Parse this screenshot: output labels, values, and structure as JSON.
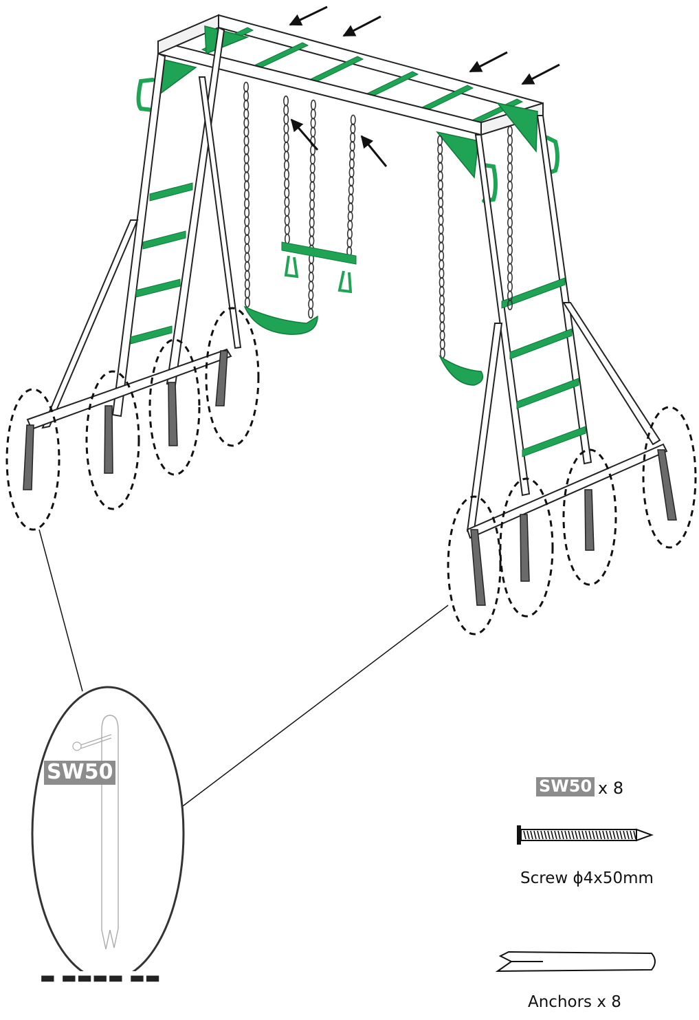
{
  "colors": {
    "accent": "#1fa355",
    "accent_dark": "#0f7a3a",
    "frame_stroke": "#222222",
    "stake": "#6a6a6a",
    "badge_bg": "#8c8c8c"
  },
  "callout": {
    "code": "SW50"
  },
  "parts": {
    "screw": {
      "code": "SW50",
      "quantity": "x 8",
      "caption": "Screw ϕ4x50mm",
      "icon": "screw-icon"
    },
    "anchor": {
      "caption": "Anchors x 8",
      "icon": "anchor-stake-icon"
    }
  }
}
